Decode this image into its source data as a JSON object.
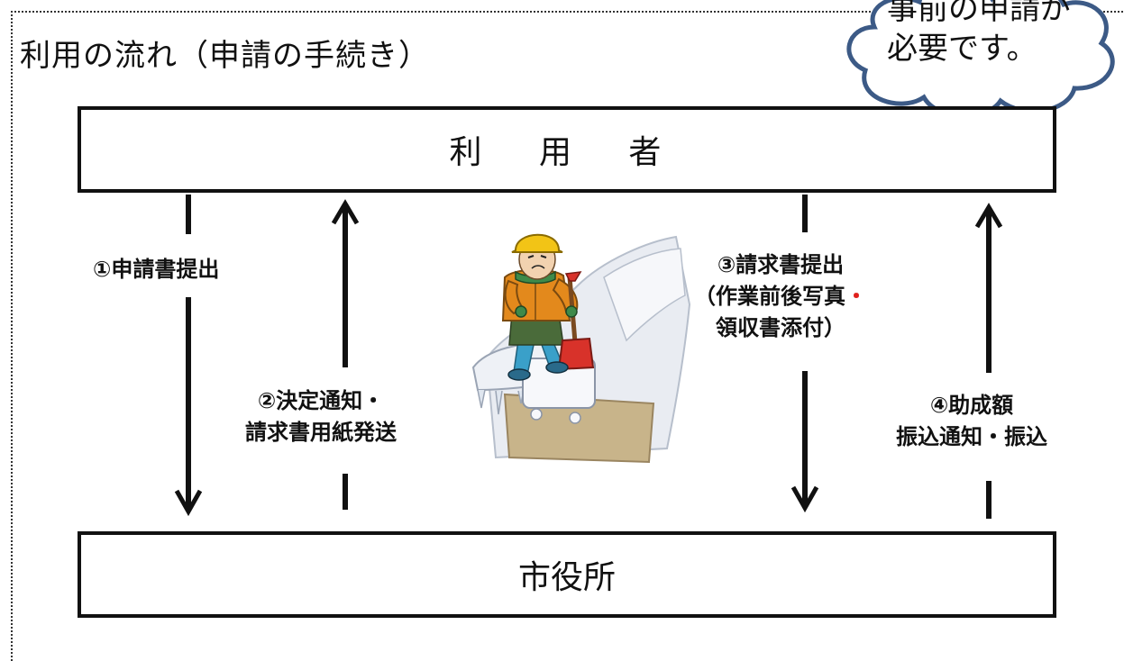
{
  "title": "利用の流れ（申請の手続き）",
  "callout": {
    "line1": "事前の申請が",
    "line2": "必要です。"
  },
  "boxes": {
    "user": "利 用 者",
    "office": "市役所"
  },
  "steps": {
    "step1": {
      "line1": "①申請書提出"
    },
    "step2": {
      "line1": "②決定通知・",
      "line2": "請求書用紙発送"
    },
    "step3": {
      "line1": "③請求書提出",
      "line2a": "（作業前後写真",
      "line2b": "・",
      "line3": "領収書添付）"
    },
    "step4": {
      "line1": "④助成額",
      "line2": "振込通知・振込"
    }
  },
  "colors": {
    "callout_stroke": "#3c5a86",
    "callout_fill": "#ffffff",
    "red_dot": "#e0201c",
    "helmet": "#f2c416",
    "jacket": "#e3891c",
    "shovel": "#d8322a"
  },
  "icons": {
    "illustration": "snow-shoveling-worker",
    "callout": "thought-cloud"
  }
}
